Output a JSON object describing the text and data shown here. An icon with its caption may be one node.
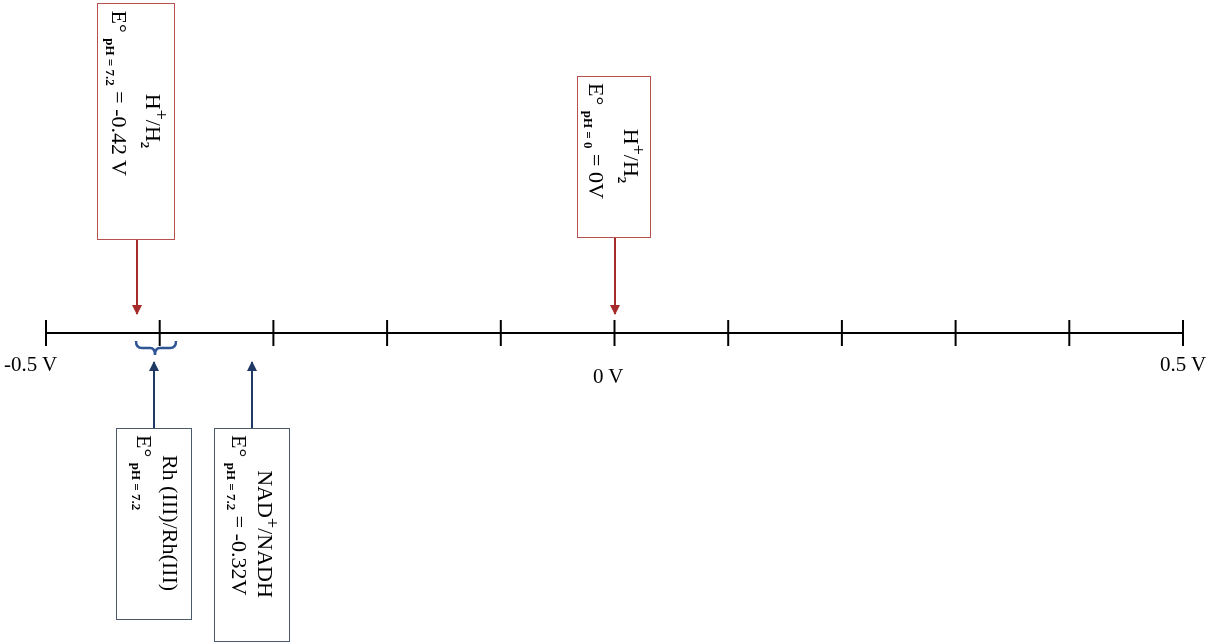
{
  "diagram": {
    "nodes": [
      {
        "text": [
          "H$^{+}$/H$_{2}$",
          "E° $_{pH = 7.2}$ = -0.42 V"
        ]
      },
      {
        "text": [
          "H$^{+}$/H$_{2}$",
          "E° $_{pH = 0}$ = 0V"
        ]
      },
      {
        "text": [
          "Rh (III)/Rh(III)",
          "E° $_{pH = 7.2}$"
        ]
      },
      {
        "text": [
          "NAD$^{+}$/NADH",
          "E° $_{pH = 7.2}$ = -0.32V"
        ]
      }
    ],
    "edges": [
      {
        "from": 0,
        "to": null,
        "arrow": "to",
        "color": "#a52a2a"
      },
      {
        "from": 1,
        "to": null,
        "arrow": "to",
        "color": "#a52a2a"
      },
      {
        "from": 2,
        "to": null,
        "arrow": "to",
        "color": "#1f3864"
      },
      {
        "from": 3,
        "to": null,
        "arrow": "to",
        "color": "#1f3864"
      }
    ],
    "labels": [
      "-0.5 V",
      "0 V",
      "0.5 V"
    ]
  }
}
